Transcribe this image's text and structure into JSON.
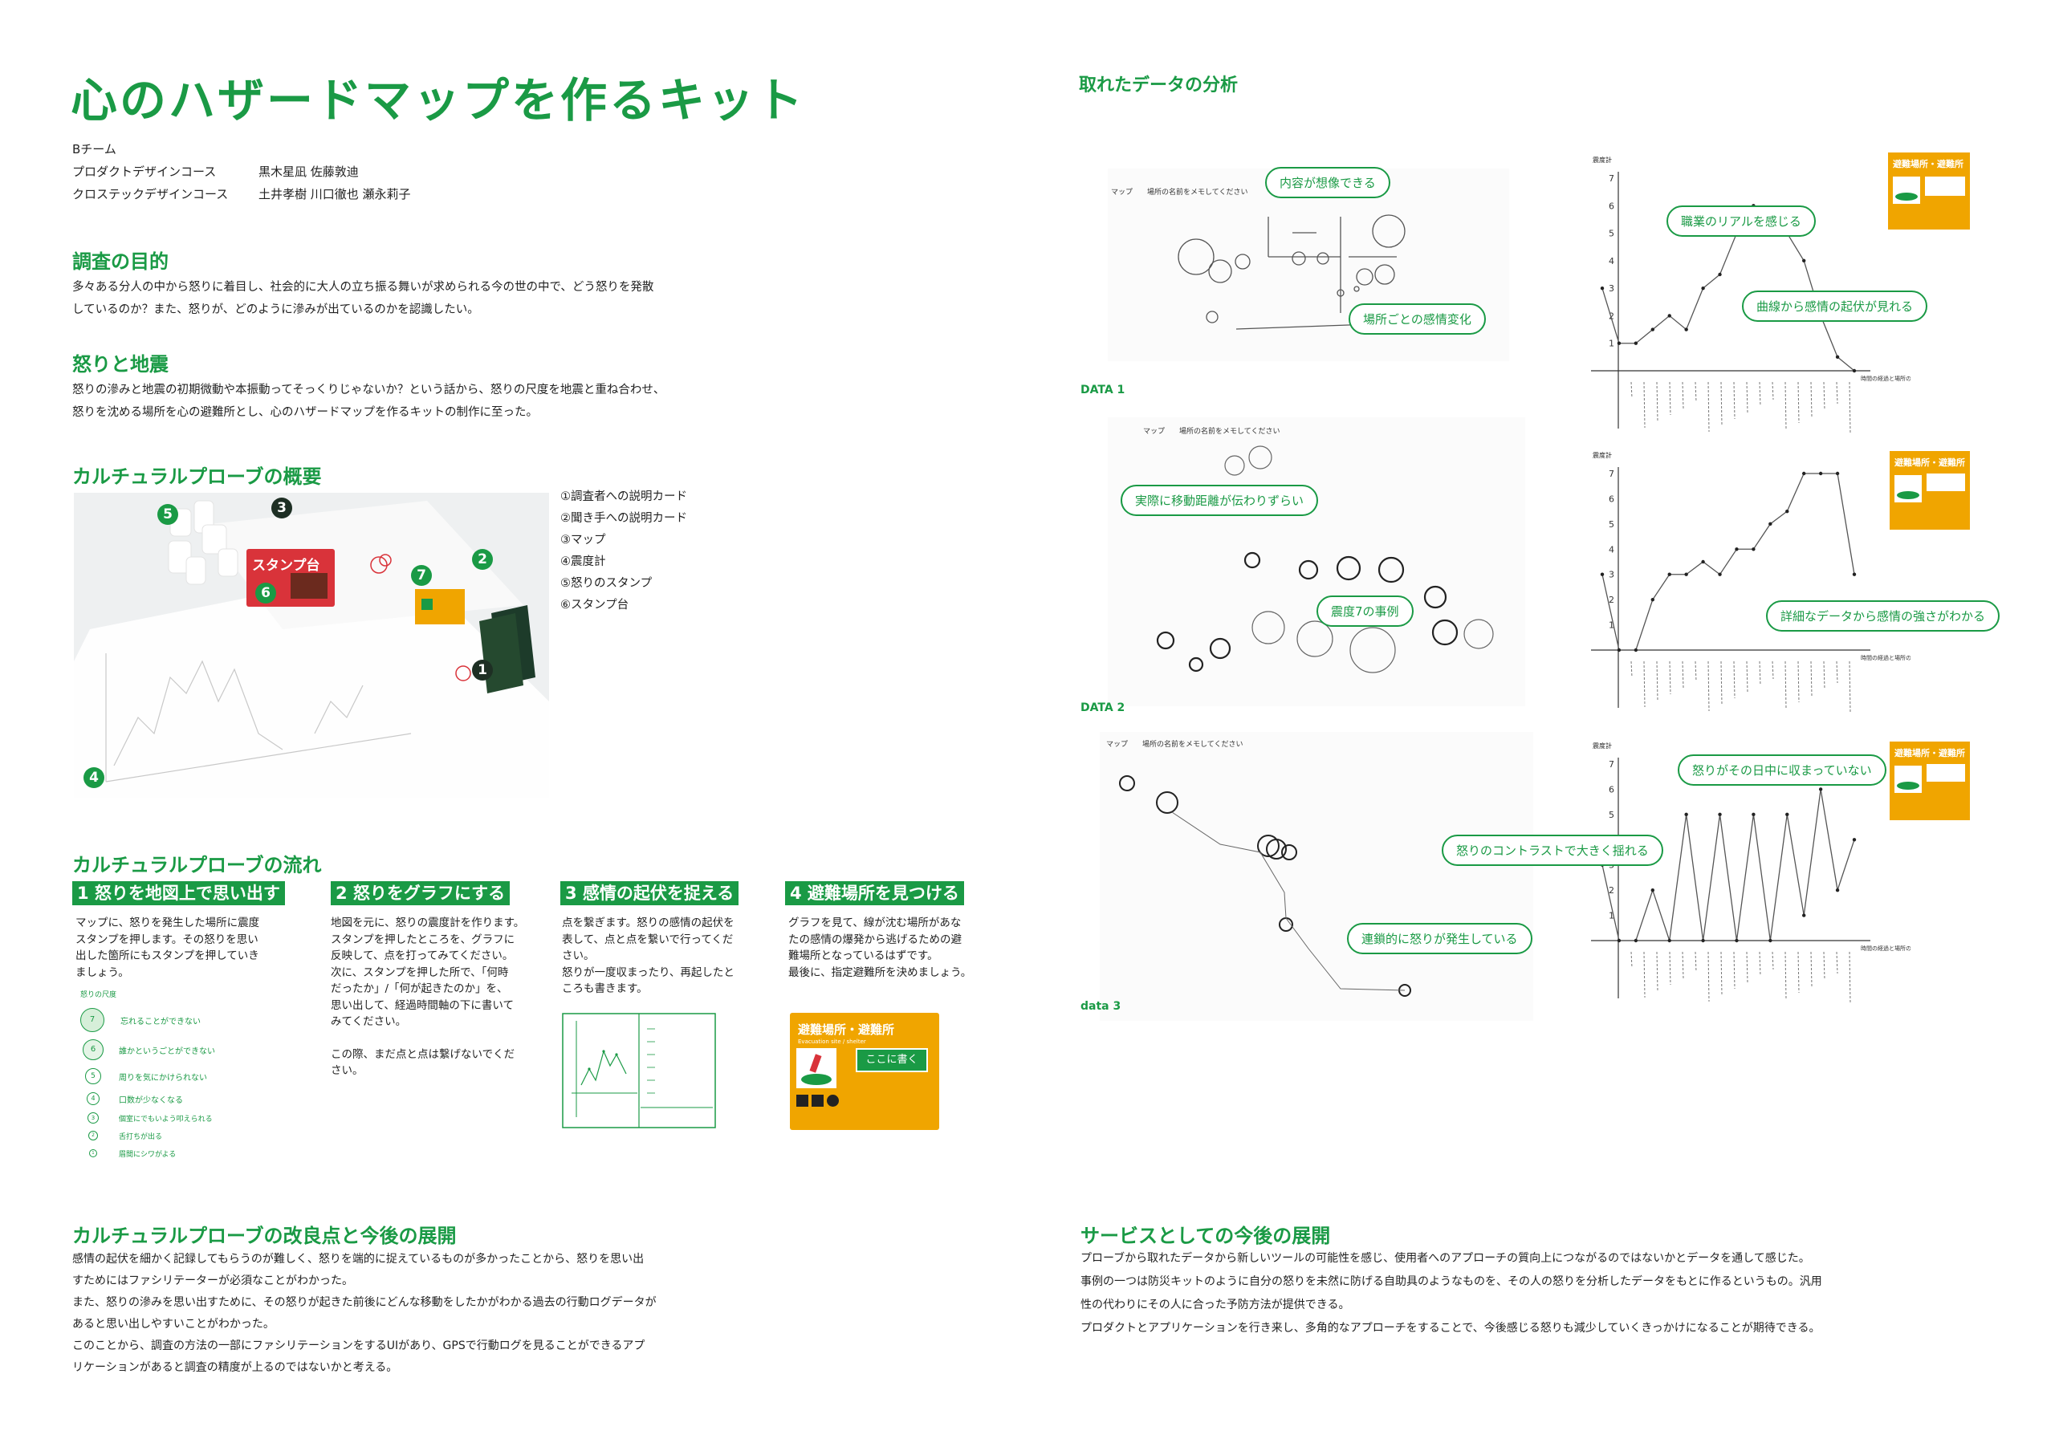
{
  "title": "心のハザードマップを作るキット",
  "team": {
    "name": "Bチーム",
    "rows": [
      {
        "course": "プロダクトデザインコース",
        "members": "黒木星凪 佐藤敦迪"
      },
      {
        "course": "クロステックデザインコース",
        "members": "土井孝樹 川口徹也 瀬永莉子"
      }
    ]
  },
  "purpose": {
    "heading": "調査の目的",
    "lines": [
      "多々ある分人の中から怒りに着目し、社会的に大人の立ち振る舞いが求められる今の世の中で、どう怒りを発散",
      "しているのか？また、怒りが、どのように滲みが出ているのかを認識したい。"
    ]
  },
  "anger": {
    "heading": "怒りと地震",
    "lines": [
      "怒りの滲みと地震の初期微動や本振動ってそっくりじゃないか？という話から、怒りの尺度を地震と重ね合わせ、",
      "怒りを沈める場所を心の避難所とし、心のハザードマップを作るキットの制作に至った。"
    ]
  },
  "overview": {
    "heading": "カルチュラルプローブの概要",
    "items": [
      "①調査者への説明カード",
      "②聞き手への説明カード",
      "③マップ",
      "④震度計",
      "⑤怒りのスタンプ",
      "⑥スタンプ台"
    ],
    "photo_numbers": [
      "1",
      "2",
      "3",
      "4",
      "5",
      "6",
      "7"
    ],
    "stamp_pad_label": "スタンプ台"
  },
  "flow": {
    "heading": "カルチュラルプローブの流れ",
    "steps": [
      {
        "label": "1 怒りを地図上で思い出す",
        "lines": [
          "マップに、怒りを発生した場所に震度",
          "スタンプを押します。その怒りを思い",
          "出した箇所にもスタンプを押していき",
          "ましょう。"
        ]
      },
      {
        "label": "2 怒りをグラフにする",
        "lines": [
          "地図を元に、怒りの震度計を作ります。",
          "スタンプを押したところを、グラフに",
          "反映して、点を打ってみてください。",
          "次に、スタンプを押した所で、「何時",
          "だったか」/「何が起きたのか」を、",
          "思い出して、経過時間軸の下に書いて",
          "みてください。",
          "",
          "この際、まだ点と点は繋げないでくだ",
          "さい。"
        ]
      },
      {
        "label": "3 感情の起伏を捉える",
        "lines": [
          "点を繋ぎます。怒りの感情の起伏を",
          "表して、点と点を繋いで行ってくだ",
          "さい。",
          "怒りが一度収まったり、再起したと",
          "ころも書きます。"
        ]
      },
      {
        "label": "4 避難場所を見つける",
        "lines": [
          "グラフを見て、線が沈む場所があな",
          "たの感情の爆発から逃げるための避",
          "難場所となっているはずです。",
          "最後に、指定避難所を決めましょう。"
        ]
      }
    ],
    "scale_title": "怒りの尺度",
    "scale": [
      {
        "n": "7",
        "text": "忘れることができない"
      },
      {
        "n": "6",
        "text": "誰かというごとができない"
      },
      {
        "n": "5",
        "text": "周りを気にかけられない"
      },
      {
        "n": "4",
        "text": "口数が少なくなる"
      },
      {
        "n": "3",
        "text": "個室にでもいよう叩えられる"
      },
      {
        "n": "2",
        "text": "舌打ちが出る"
      },
      {
        "n": "1",
        "text": "眉間にシワがよる"
      }
    ],
    "evac_card": {
      "title": "避難場所・避難所",
      "subtitle": "Evacuation site / shelter",
      "write_here": "ここに書く"
    }
  },
  "analysis": {
    "heading": "取れたデータの分析",
    "map_header": "マップ　　場所の名前をメモしてください",
    "gauge_label": "震度計",
    "axis_label": "時間の経過と場所の移動",
    "evac_title": "避難場所・避難所",
    "data_labels": [
      "DATA 1",
      "DATA 2",
      "data 3"
    ],
    "bubbles": {
      "d1_left_a": "内容が想像できる",
      "d1_left_b": "場所ごとの感情変化",
      "d1_right_a": "職業のリアルを感じる",
      "d1_right_b": "曲線から感情の起伏が見れる",
      "d2_left_a": "実際に移動距離が伝わりずらい",
      "d2_left_b": "震度7の事例",
      "d2_right_a": "詳細なデータから感情の強さがわかる",
      "d3_right_a": "怒りがその日中に収まっていない",
      "d3_mid": "怒りのコントラストで大きく揺れる",
      "d3_left": "連鎖的に怒りが発生している"
    }
  },
  "chart_data": [
    {
      "type": "line",
      "title": "",
      "ylabel": "震度計",
      "xlabel": "時間の経過と場所の移動",
      "ylim": [
        0,
        7
      ],
      "series": [
        {
          "values": [
            3,
            1,
            1,
            1.5,
            2,
            1.5,
            3,
            3.5,
            5,
            6,
            5.5,
            5,
            4,
            2,
            0.5,
            0
          ]
        }
      ]
    },
    {
      "type": "line",
      "title": "",
      "ylabel": "震度計",
      "xlabel": "時間の経過と場所の移動",
      "ylim": [
        0,
        7
      ],
      "series": [
        {
          "values": [
            3,
            0,
            0,
            2,
            3,
            3,
            3.5,
            3,
            4,
            4,
            5,
            5.5,
            7,
            7,
            7,
            3
          ]
        }
      ]
    },
    {
      "type": "line",
      "title": "",
      "ylabel": "震度計",
      "xlabel": "時間の経過と場所の移動",
      "ylim": [
        0,
        7
      ],
      "series": [
        {
          "values": [
            3,
            0,
            0,
            2,
            0,
            5,
            0,
            5,
            0,
            5,
            0,
            5,
            1,
            6,
            2,
            4
          ]
        }
      ]
    }
  ],
  "improve": {
    "heading": "カルチュラルプローブの改良点と今後の展開",
    "lines": [
      "感情の起伏を細かく記録してもらうのが難しく、怒りを端的に捉えているものが多かったことから、怒りを思い出",
      "すためにはファシリテーターが必須なことがわかった。",
      "また、怒りの滲みを思い出すために、その怒りが起きた前後にどんな移動をしたかがわかる過去の行動ログデータが",
      "あると思い出しやすいことがわかった。",
      "このことから、調査の方法の一部にファシリテーションをするUIがあり、GPSで行動ログを見ることができるアプ",
      "リケーションがあると調査の精度が上るのではないかと考える。"
    ]
  },
  "service": {
    "heading": "サービスとしての今後の展開",
    "lines": [
      "プローブから取れたデータから新しいツールの可能性を感じ、使用者へのアプローチの質向上につながるのではないかとデータを通して感じた。",
      "事例の一つは防災キットのように自分の怒りを未然に防げる自助具のようなものを、その人の怒りを分析したデータをもとに作るというもの。汎用",
      "性の代わりにその人に合った予防方法が提供できる。",
      "プロダクトとアプリケーションを行き来し、多角的なアプローチをすることで、今後感じる怒りも減少していくきっかけになることが期待できる。"
    ]
  }
}
